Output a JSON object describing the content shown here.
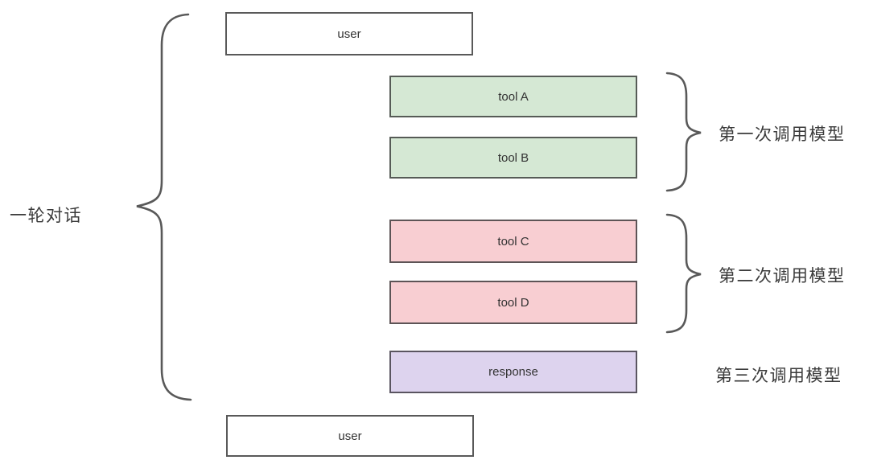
{
  "diagram": {
    "left_brace_label": "一轮对话",
    "messages": {
      "user_top": "user",
      "tool_a": "tool A",
      "tool_b": "tool B",
      "tool_c": "tool C",
      "tool_d": "tool D",
      "response": "response",
      "user_bottom": "user"
    },
    "annotations": {
      "first_call": "第一次调用模型",
      "second_call": "第二次调用模型",
      "third_call": "第三次调用模型"
    },
    "colors": {
      "tool_ab_fill": "#d5e8d4",
      "tool_cd_fill": "#f8ced2",
      "response_fill": "#ddd3ee",
      "box_border": "#595959",
      "brace_stroke": "#595959",
      "text": "#3a3a3a",
      "background": "#ffffff"
    }
  }
}
